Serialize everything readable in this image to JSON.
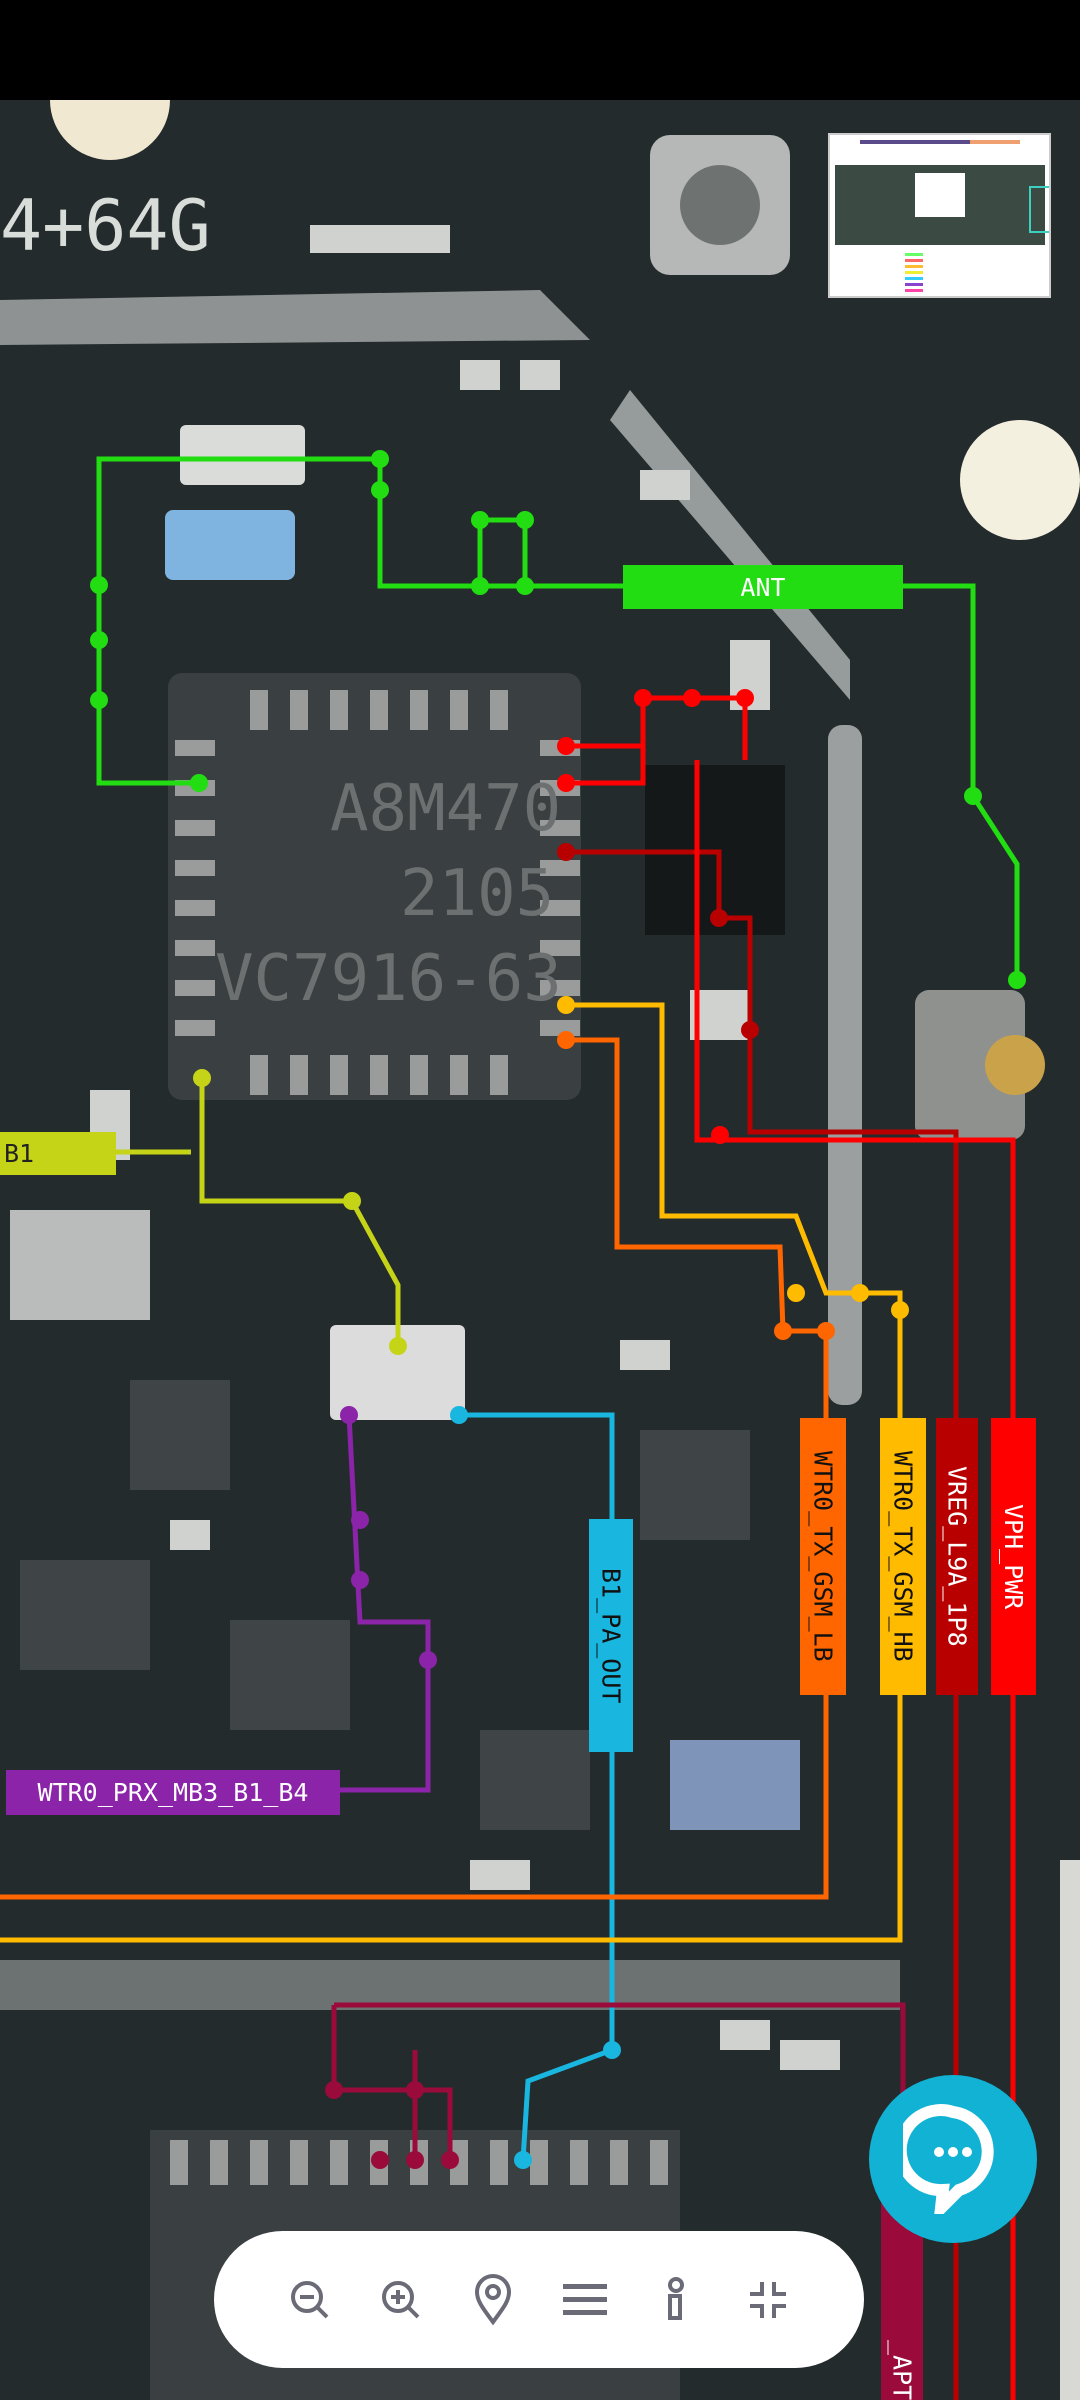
{
  "board": {
    "silk_text": "4+64G",
    "chip_marking": [
      "A8M470",
      "2105",
      "VC7916-63"
    ]
  },
  "nets": {
    "ant": {
      "label": "ANT",
      "color": "#22dd11"
    },
    "b1": {
      "label": "B1",
      "color": "#c6d418"
    },
    "wtr0_prx": {
      "label": "WTR0_PRX_MB3_B1_B4",
      "color": "#8b24a8"
    },
    "b1_pa_out": {
      "label": "B1_PA_OUT",
      "color": "#19b6e0"
    },
    "tx_gsm_lb": {
      "label": "WTR0_TX_GSM_LB",
      "color": "#ff6600"
    },
    "tx_gsm_hb": {
      "label": "WTR0_TX_GSM_HB",
      "color": "#ffbb00"
    },
    "vreg": {
      "label": "VREG_L9A_1P8",
      "color": "#b80000"
    },
    "vph": {
      "label": "VPH_PWR",
      "color": "#ff0000"
    },
    "apt": {
      "label": "_APT",
      "color": "#9a0a3a"
    }
  },
  "toolbar": {
    "buttons": [
      "zoom-out",
      "zoom-in",
      "location",
      "menu",
      "info",
      "fit-screen"
    ]
  },
  "chat_color": "#11b2d4"
}
